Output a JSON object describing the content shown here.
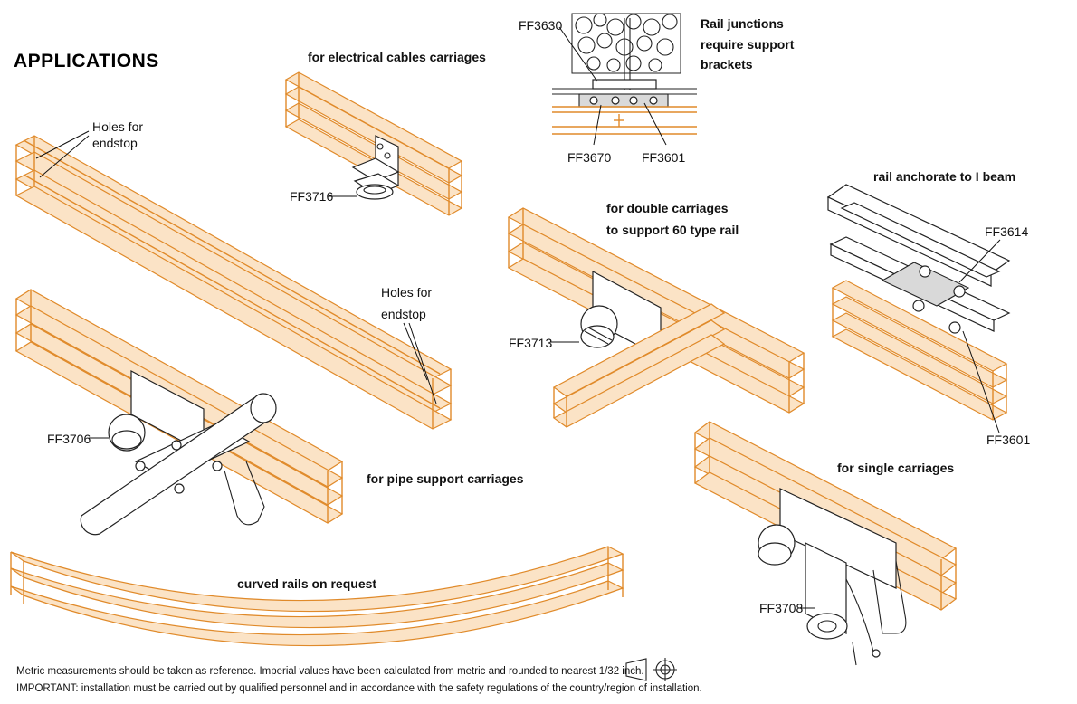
{
  "title": "APPLICATIONS",
  "captions": {
    "electrical": "for electrical cables carriages",
    "junctions_line1": "Rail junctions",
    "junctions_line2": "require support",
    "junctions_line3": "brackets",
    "ibeam": "rail anchorate to I beam",
    "double_line1": "for double carriages",
    "double_line2": "to support 60 type rail",
    "pipe": "for pipe support carriages",
    "single": "for single carriages",
    "curved": "curved rails on request",
    "holes1_line1": "Holes for",
    "holes1_line2": "endstop",
    "holes2_line1": "Holes for",
    "holes2_line2": "endstop"
  },
  "parts": {
    "ff3630": "FF3630",
    "ff3670": "FF3670",
    "ff3601a": "FF3601",
    "ff3716": "FF3716",
    "ff3614": "FF3614",
    "ff3713": "FF3713",
    "ff3601b": "FF3601",
    "ff3706": "FF3706",
    "ff3708": "FF3708"
  },
  "notes": {
    "metric": "Metric measurements should be taken as reference. Imperial values have been calculated from metric and rounded to nearest 1/32 inch.",
    "important": "IMPORTANT: installation must be carried out by qualified personnel and in accordance with the safety regulations of the country/region of installation."
  },
  "colors": {
    "rail": "#e08a2a",
    "rail_fill": "#fbe3c6",
    "ink": "#222222"
  },
  "icons": {
    "projection": "first-angle-projection-icon"
  }
}
